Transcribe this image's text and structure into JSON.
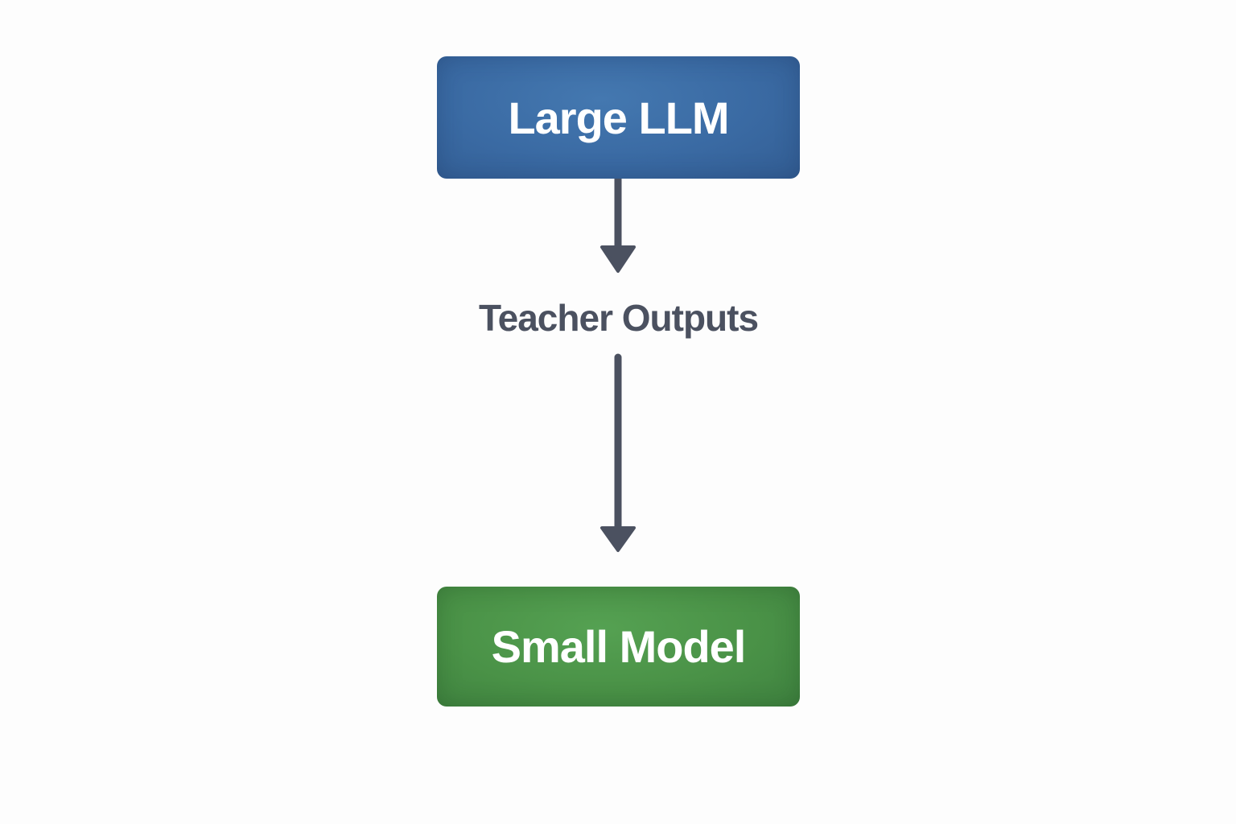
{
  "nodes": {
    "top": {
      "label": "Large LLM",
      "color": "#3a6aa3"
    },
    "middle": {
      "label": "Teacher Outputs",
      "color": "#4b5160"
    },
    "bottom": {
      "label": "Small Model",
      "color": "#4a9247"
    }
  },
  "edges": [
    {
      "from": "Large LLM",
      "to": "Teacher Outputs",
      "color": "#4b5160"
    },
    {
      "from": "Teacher Outputs",
      "to": "Small Model",
      "color": "#4b5160"
    }
  ]
}
